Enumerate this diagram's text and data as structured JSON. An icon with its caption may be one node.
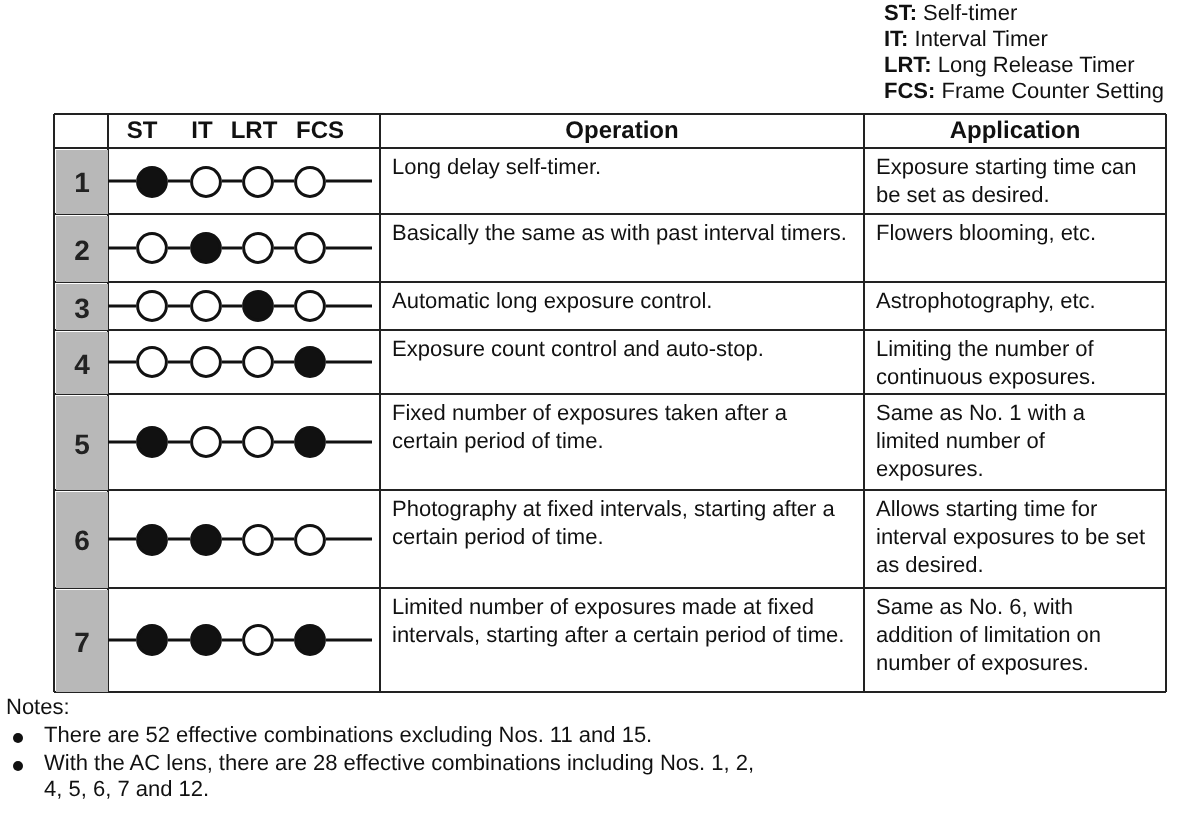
{
  "diagram": {
    "nodes": [
      {
        "text": [
          "1"
        ]
      },
      {
        "text": [],
        "shape": "dot"
      },
      {
        "text": [],
        "shape": "circle"
      },
      {
        "text": [],
        "shape": "circle"
      },
      {
        "text": [],
        "shape": "circle"
      },
      {
        "text": [
          "2"
        ]
      },
      {
        "text": [],
        "shape": "circle"
      },
      {
        "text": [],
        "shape": "dot"
      },
      {
        "text": [],
        "shape": "circle"
      },
      {
        "text": [],
        "shape": "circle"
      },
      {
        "text": [
          "3"
        ]
      },
      {
        "text": [],
        "shape": "circle"
      },
      {
        "text": [],
        "shape": "circle"
      },
      {
        "text": [],
        "shape": "dot"
      },
      {
        "text": [],
        "shape": "circle"
      },
      {
        "text": [
          "4"
        ]
      },
      {
        "text": [],
        "shape": "circle"
      },
      {
        "text": [],
        "shape": "circle"
      },
      {
        "text": [],
        "shape": "circle"
      },
      {
        "text": [],
        "shape": "dot"
      },
      {
        "text": [
          "5"
        ]
      },
      {
        "text": [],
        "shape": "dot"
      },
      {
        "text": [],
        "shape": "circle"
      },
      {
        "text": [],
        "shape": "circle"
      },
      {
        "text": [],
        "shape": "dot"
      },
      {
        "text": [
          "6"
        ]
      },
      {
        "text": [],
        "shape": "dot"
      },
      {
        "text": [],
        "shape": "dot"
      },
      {
        "text": [],
        "shape": "circle"
      },
      {
        "text": [],
        "shape": "circle"
      },
      {
        "text": [
          "7"
        ]
      },
      {
        "text": [],
        "shape": "dot"
      },
      {
        "text": [],
        "shape": "dot"
      },
      {
        "text": [],
        "shape": "circle"
      },
      {
        "text": [],
        "shape": "dot"
      }
    ],
    "edges": [
      {
        "from": 0,
        "to": 1,
        "arrow": "none"
      },
      {
        "from": 1,
        "to": 2,
        "arrow": "none"
      },
      {
        "from": 2,
        "to": 3,
        "arrow": "none"
      },
      {
        "from": 3,
        "to": 4,
        "arrow": "none"
      },
      {
        "from": 4,
        "to": null,
        "arrow": "none"
      },
      {
        "from": 5,
        "to": 6,
        "arrow": "none"
      },
      {
        "from": 6,
        "to": 7,
        "arrow": "none"
      },
      {
        "from": 7,
        "to": 8,
        "arrow": "none"
      },
      {
        "from": 8,
        "to": 9,
        "arrow": "none"
      },
      {
        "from": 9,
        "to": null,
        "arrow": "none"
      },
      {
        "from": 10,
        "to": 11,
        "arrow": "none"
      },
      {
        "from": 11,
        "to": 12,
        "arrow": "none"
      },
      {
        "from": 12,
        "to": 13,
        "arrow": "none"
      },
      {
        "from": 13,
        "to": 14,
        "arrow": "none"
      },
      {
        "from": 14,
        "to": null,
        "arrow": "none"
      },
      {
        "from": 15,
        "to": 16,
        "arrow": "none"
      },
      {
        "from": 16,
        "to": 17,
        "arrow": "none"
      },
      {
        "from": 17,
        "to": 18,
        "arrow": "none"
      },
      {
        "from": 18,
        "to": 19,
        "arrow": "none"
      },
      {
        "from": 19,
        "to": null,
        "arrow": "none"
      },
      {
        "from": 20,
        "to": 21,
        "arrow": "none"
      },
      {
        "from": 21,
        "to": 22,
        "arrow": "none"
      },
      {
        "from": 22,
        "to": 23,
        "arrow": "none"
      },
      {
        "from": 23,
        "to": 24,
        "arrow": "none"
      },
      {
        "from": 24,
        "to": null,
        "arrow": "none"
      },
      {
        "from": 25,
        "to": 26,
        "arrow": "none"
      },
      {
        "from": 26,
        "to": 27,
        "arrow": "none"
      },
      {
        "from": 27,
        "to": 28,
        "arrow": "none"
      },
      {
        "from": 28,
        "to": 29,
        "arrow": "none"
      },
      {
        "from": 29,
        "to": null,
        "arrow": "none"
      },
      {
        "from": 30,
        "to": 31,
        "arrow": "none"
      },
      {
        "from": 31,
        "to": 32,
        "arrow": "none"
      },
      {
        "from": 32,
        "to": 33,
        "arrow": "none"
      },
      {
        "from": 33,
        "to": 34,
        "arrow": "none"
      },
      {
        "from": 34,
        "to": null,
        "arrow": "none"
      }
    ],
    "labels": [
      "**ST:** Self-timer",
      "**IT:** Interval Timer",
      "**LRT:** Long Release Timer",
      "**FCS:** Frame Counter Setting",
      "ST",
      "IT",
      "LRT",
      "FCS",
      "Operation",
      "Application",
      "Long delay self-timer.",
      "Exposure starting time can be set as desired.",
      "Basically the same as with past interval timers.",
      "Flowers blooming, etc.",
      "Automatic long exposure control.",
      "Astrophotography, etc.",
      "Exposure count control and auto-stop.",
      "Limiting the number of continuous exposures.",
      "Fixed number of exposures taken after a certain period of time.",
      "Same as No. 1 with a limited number of exposures.",
      "Photography at fixed intervals, starting after a certain period of time.",
      "Allows starting time for interval exposures to be set as desired.",
      "Limited number of exposures made at fixed intervals, starting after a certain period of time.",
      "Same as No. 6, with addition of limitation on number of exposures.",
      "Notes:",
      "There are 52 effective combinations excluding Nos. 11 and 15.",
      "With the AC lens, there are 28 effective combinations including Nos. 1, 2, 4, 5, 6, 7 and 12."
    ]
  }
}
